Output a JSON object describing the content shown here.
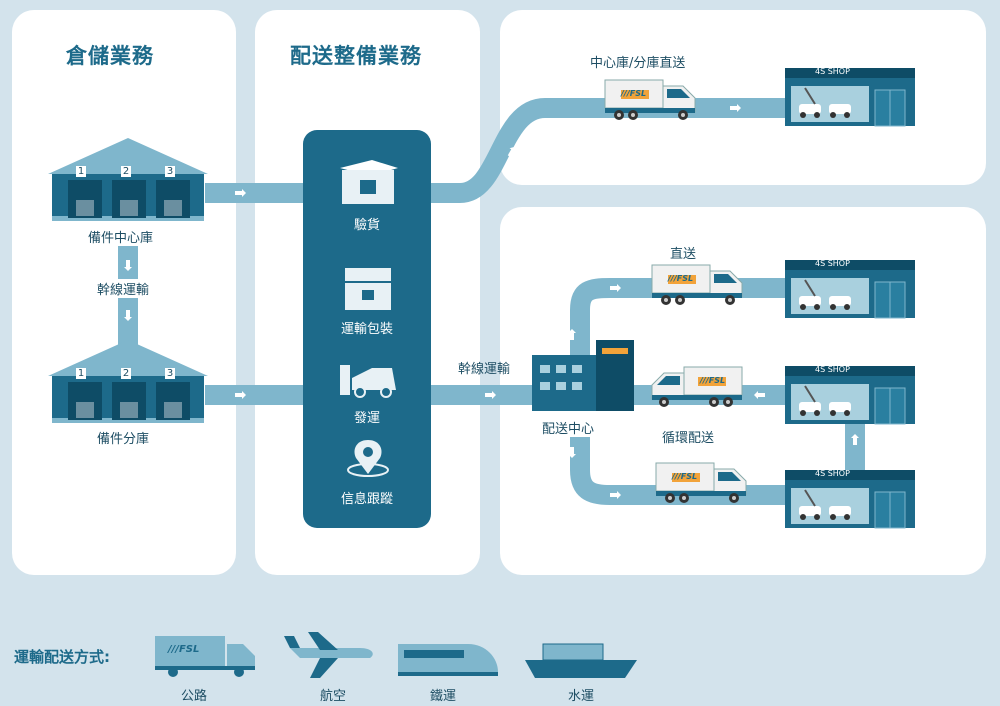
{
  "columns": {
    "warehouse_title": "倉儲業務",
    "distribution_title": "配送整備業務"
  },
  "warehouse": {
    "central_label": "備件中心庫",
    "trunk_label": "幹線運輸",
    "branch_label": "備件分庫",
    "bay_numbers": [
      "1",
      "2",
      "3"
    ]
  },
  "services": {
    "inspect": "驗貨",
    "packaging": "運輸包裝",
    "shipping": "發運",
    "tracking": "信息跟蹤"
  },
  "routes": {
    "direct_from_center": "中心庫/分庫直送",
    "trunk_transport": "幹線運輸",
    "distribution_center": "配送中心",
    "direct": "直送",
    "circular": "循環配送"
  },
  "shop_sign": "4S SHOP",
  "truck_logo": "///FSL",
  "transport_modes": {
    "title": "運輸配送方式:",
    "road": "公路",
    "air": "航空",
    "rail": "鐵運",
    "water": "水運"
  },
  "colors": {
    "background": "#d3e3ec",
    "dark_teal": "#1d6a8a",
    "light_path": "#7fb6cc",
    "panel": "#ffffff"
  }
}
